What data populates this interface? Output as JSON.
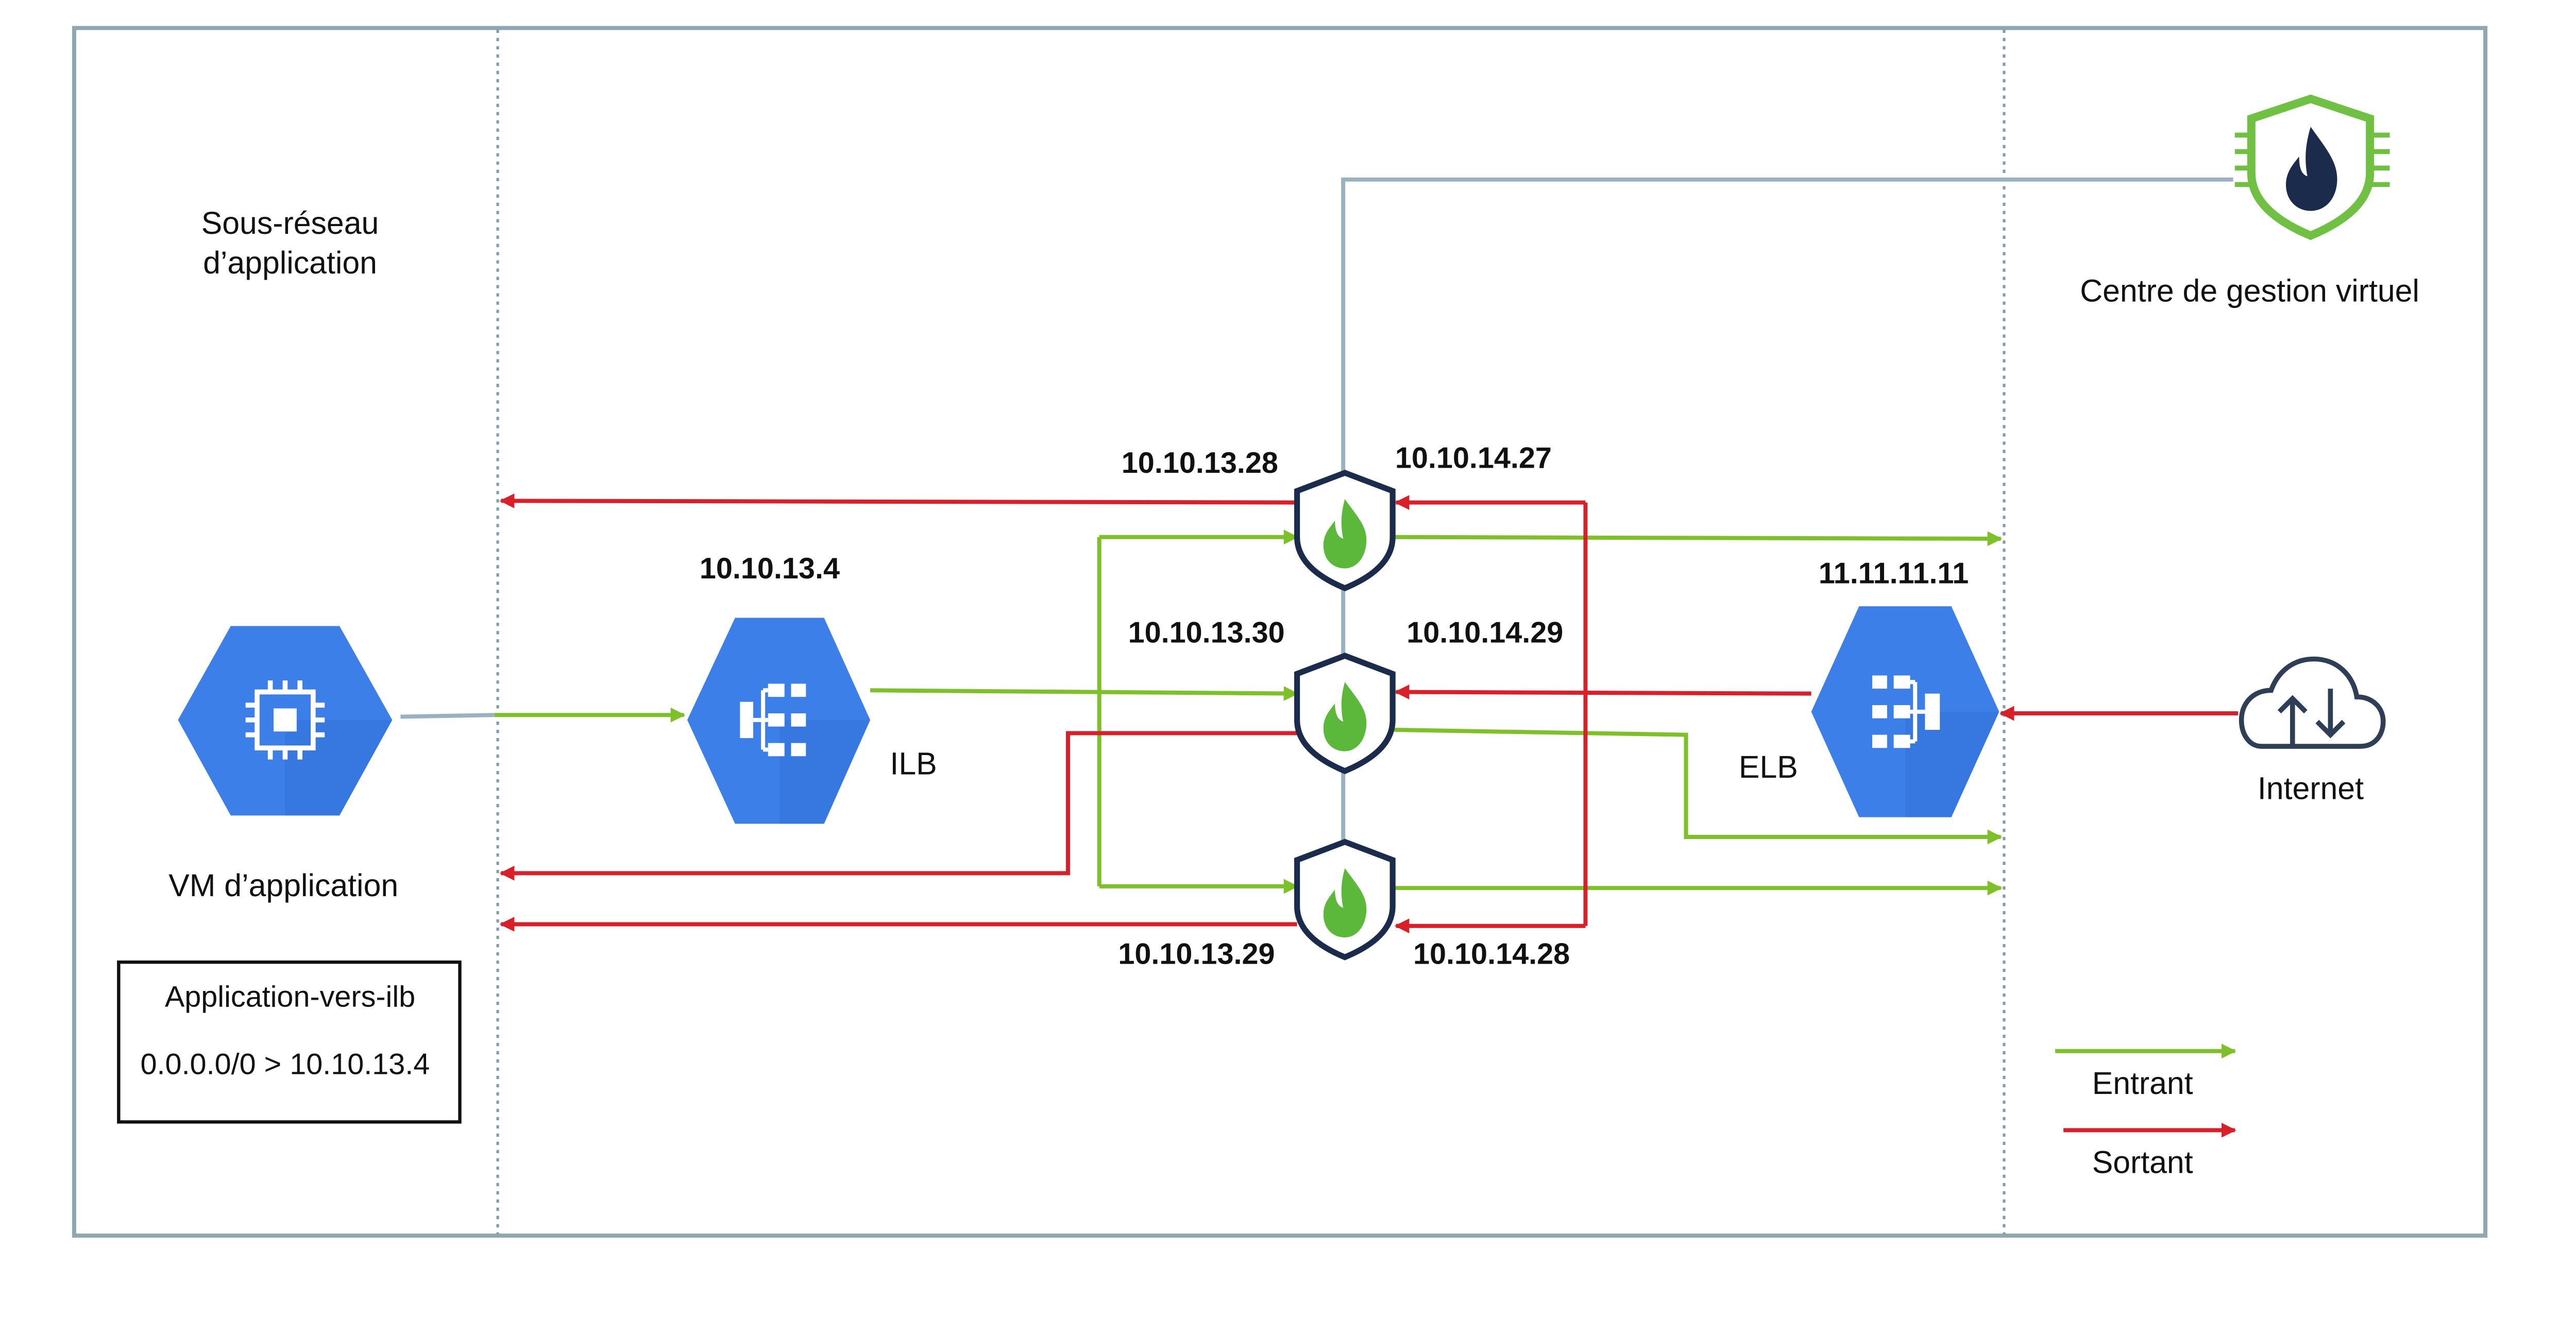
{
  "colors": {
    "frame": "#8fa6b3",
    "divider": "#7f9cad",
    "connector": "#9ab2bf",
    "inbound": "#7dc02a",
    "outbound": "#d8202a",
    "gcp_blue": "#3d7fe8",
    "shield_navy": "#1a2b4c",
    "flame_green": "#5cb83a",
    "fmc_green": "#6fc043"
  },
  "subnet": {
    "label_line1": "Sous-réseau",
    "label_line2": "d’application"
  },
  "app_vm": {
    "label": "VM d’application",
    "icon": "chip-icon"
  },
  "route_table": {
    "name": "Application-vers-ilb",
    "route": "0.0.0.0/0 > 10.10.13.4"
  },
  "ilb": {
    "label": "ILB",
    "ip": "10.10.13.4",
    "icon": "load-balancer-icon"
  },
  "elb": {
    "label": "ELB",
    "ip": "11.11.11.11",
    "icon": "load-balancer-icon"
  },
  "internet": {
    "label": "Internet",
    "icon": "cloud-upload-download-icon"
  },
  "fmc": {
    "label": "Centre de gestion virtuel",
    "icon": "firewall-shield-icon"
  },
  "firewalls": [
    {
      "inside_ip": "10.10.13.28",
      "outside_ip": "10.10.14.27"
    },
    {
      "inside_ip": "10.10.13.30",
      "outside_ip": "10.10.14.29"
    },
    {
      "inside_ip": "10.10.13.29",
      "outside_ip": "10.10.14.28"
    }
  ],
  "legend": {
    "inbound_label": "Entrant",
    "outbound_label": "Sortant"
  }
}
